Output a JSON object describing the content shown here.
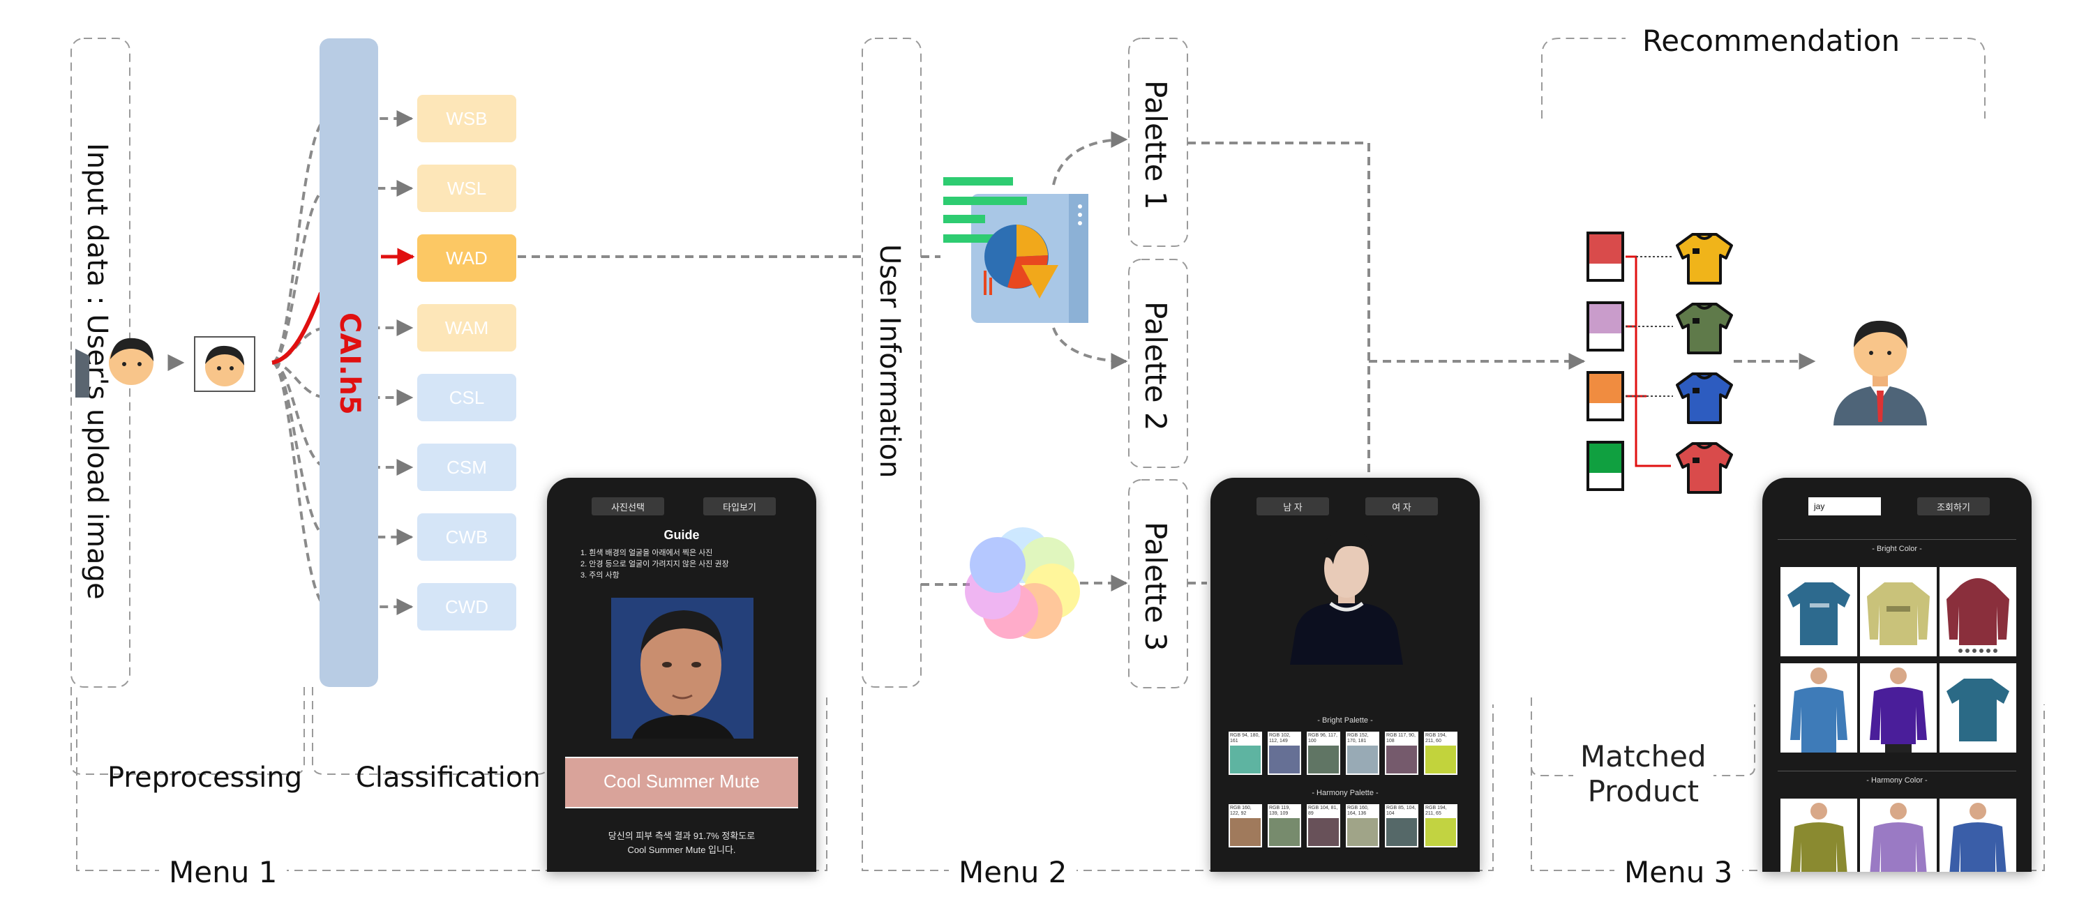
{
  "diagram": {
    "input_label": "Input data : User's upload image",
    "model_label": "CAI.h5",
    "classes": [
      "WSB",
      "WSL",
      "WAD",
      "WAM",
      "CSL",
      "CSM",
      "CWB",
      "CWD"
    ],
    "stage_labels": {
      "preprocessing": "Preprocessing",
      "classification": "Classification",
      "menu1": "Menu 1",
      "menu2": "Menu 2",
      "menu3": "Menu 3",
      "recommendation": "Recommendation",
      "matched_product": "Matched\nProduct"
    },
    "user_information": "User Information",
    "palettes": [
      "Palette 1",
      "Palette 2",
      "Palette 3"
    ],
    "colors": {
      "warm_light": "#fde6b8",
      "warm_selected": "#fcc864",
      "cool_light": "#d5e5f7",
      "model_bar": "#b8cce4",
      "red_arrow": "#e01010",
      "dashed": "#888888"
    },
    "shirt_colors": [
      "#f0b41a",
      "#5f7a4a",
      "#2d5cc0",
      "#d94b4b"
    ],
    "chip_colors": [
      "#d94b4b",
      "#c99ccb",
      "#f08c40",
      "#10a040"
    ]
  },
  "phone1": {
    "btn_left": "사진선택",
    "btn_right": "타입보기",
    "guide_title": "Guide",
    "guide_lines": [
      "1. 흰색 배경의 얼굴을 아래에서 찍은 사진",
      "2. 안경 등으로 얼굴이 가려지지 않은 사진 권장",
      "3. 주의 사항"
    ],
    "result_label": "Cool Summer Mute",
    "result_text_1": "당신의 피부 측색 결과 91.7% 정확도로",
    "result_text_2": "Cool Summer Mute 입니다."
  },
  "phone2": {
    "btn_left": "남 자",
    "btn_right": "여 자",
    "bright_title": "- Bright Palette -",
    "harmony_title": "- Harmony Palette -",
    "bright_labels": [
      "RGB 94, 180, 161",
      "RGB 102, 112, 149",
      "RGB 96, 117, 100",
      "RGB 152, 170, 181",
      "RGB 117, 90, 108",
      "RGB 194, 211, 60"
    ],
    "bright_colors": [
      "#5eb4a1",
      "#667095",
      "#607564",
      "#98aab5",
      "#755a6c",
      "#c2d33c"
    ],
    "harmony_labels": [
      "RGB 160, 122, 92",
      "RGB 119, 139, 109",
      "RGB 104, 81, 89",
      "RGB 160, 164, 136",
      "RGB 85, 104, 104",
      "RGB 194, 211, 65"
    ],
    "harmony_colors": [
      "#a07a5c",
      "#778b6d",
      "#685159",
      "#a0a488",
      "#556868",
      "#c2d341"
    ]
  },
  "phone3": {
    "search_value": "jay",
    "search_button": "조회하기",
    "bright_title": "- Bright Color -",
    "harmony_title": "- Harmony Color -"
  }
}
